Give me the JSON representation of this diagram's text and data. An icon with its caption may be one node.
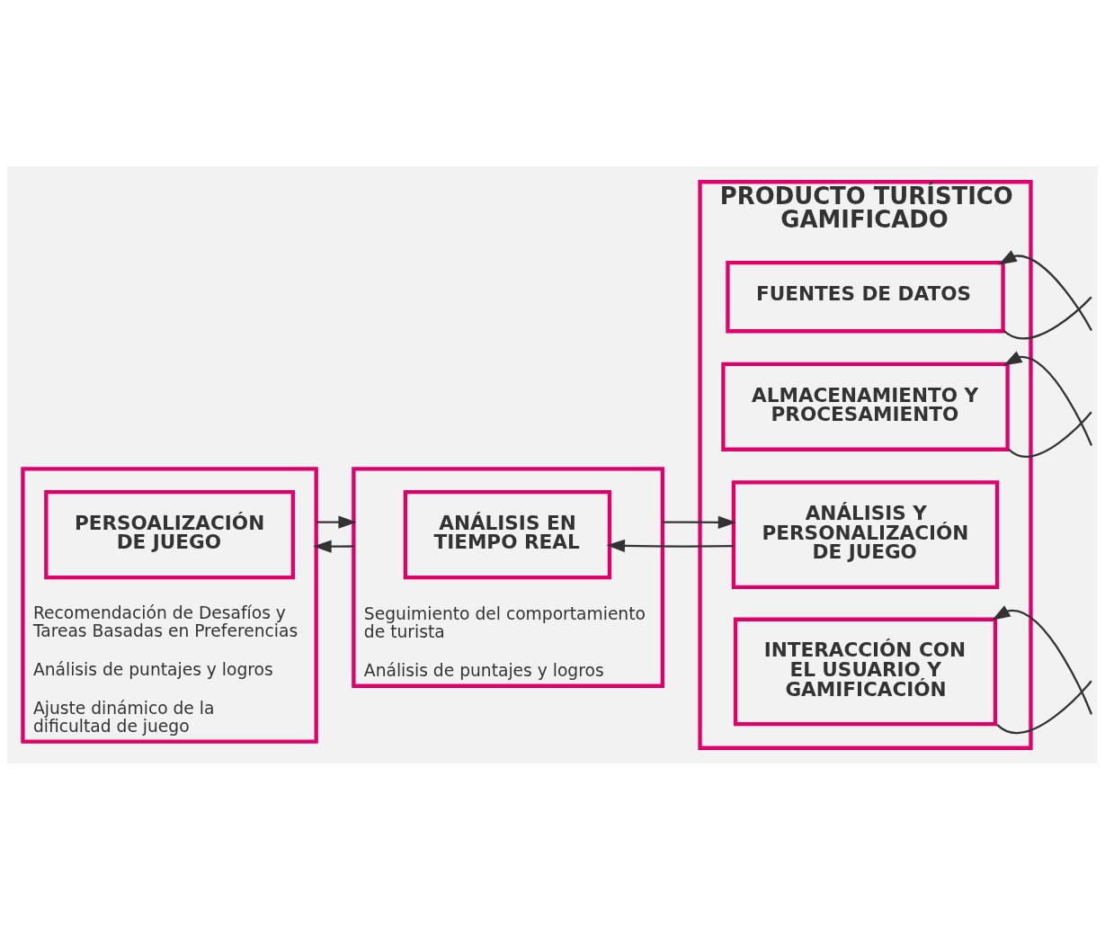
{
  "diagram": {
    "nodes": [
      {
        "text": [
          "Recomendación de Desafíos y Tareas Basadas en Preferencias",
          "Análisis de puntajes y logros",
          "Ajuste dinámico de la dificultad de juego"
        ]
      },
      {
        "text": [
          "PERSOALIZACIÓN DE JUEGO"
        ],
        "in": 0
      },
      {
        "text": [
          "Seguimiento del comportamiento de turista",
          "Análisis de puntajes y logros"
        ]
      },
      {
        "text": [
          "ANÁLISIS EN TIEMPO REAL"
        ],
        "in": 2
      },
      {
        "text": [
          "PRODUCTO TURÍSTICO GAMIFICADO"
        ]
      },
      {
        "text": [
          "FUENTES DE DATOS"
        ],
        "in": 4
      },
      {
        "text": [
          "ALMACENAMIENTO Y PROCESAMIENTO"
        ],
        "in": 4
      },
      {
        "text": [
          "ANÁLISIS Y PERSONALIZACIÓN DE JUEGO"
        ],
        "in": 4
      },
      {
        "text": [
          "INTERACCIÓN CON EL USUARIO Y GAMIFICACIÓN"
        ],
        "in": 4
      }
    ],
    "edges": [
      {
        "from": 2,
        "to": 0,
        "arrow": "to"
      },
      {
        "from": 0,
        "to": 2,
        "arrow": "to"
      },
      {
        "from": 7,
        "to": 3,
        "arrow": "to"
      },
      {
        "from": 2,
        "to": 7,
        "arrow": "to"
      },
      {
        "from": null,
        "to": 5,
        "arrow": "to"
      },
      {
        "from": 5,
        "to": null,
        "arrow": "none"
      },
      {
        "from": null,
        "to": 6,
        "arrow": "to"
      },
      {
        "from": 6,
        "to": null,
        "arrow": "none"
      },
      {
        "from": null,
        "to": 8,
        "arrow": "to"
      },
      {
        "from": 8,
        "to": null,
        "arrow": "none"
      }
    ]
  }
}
